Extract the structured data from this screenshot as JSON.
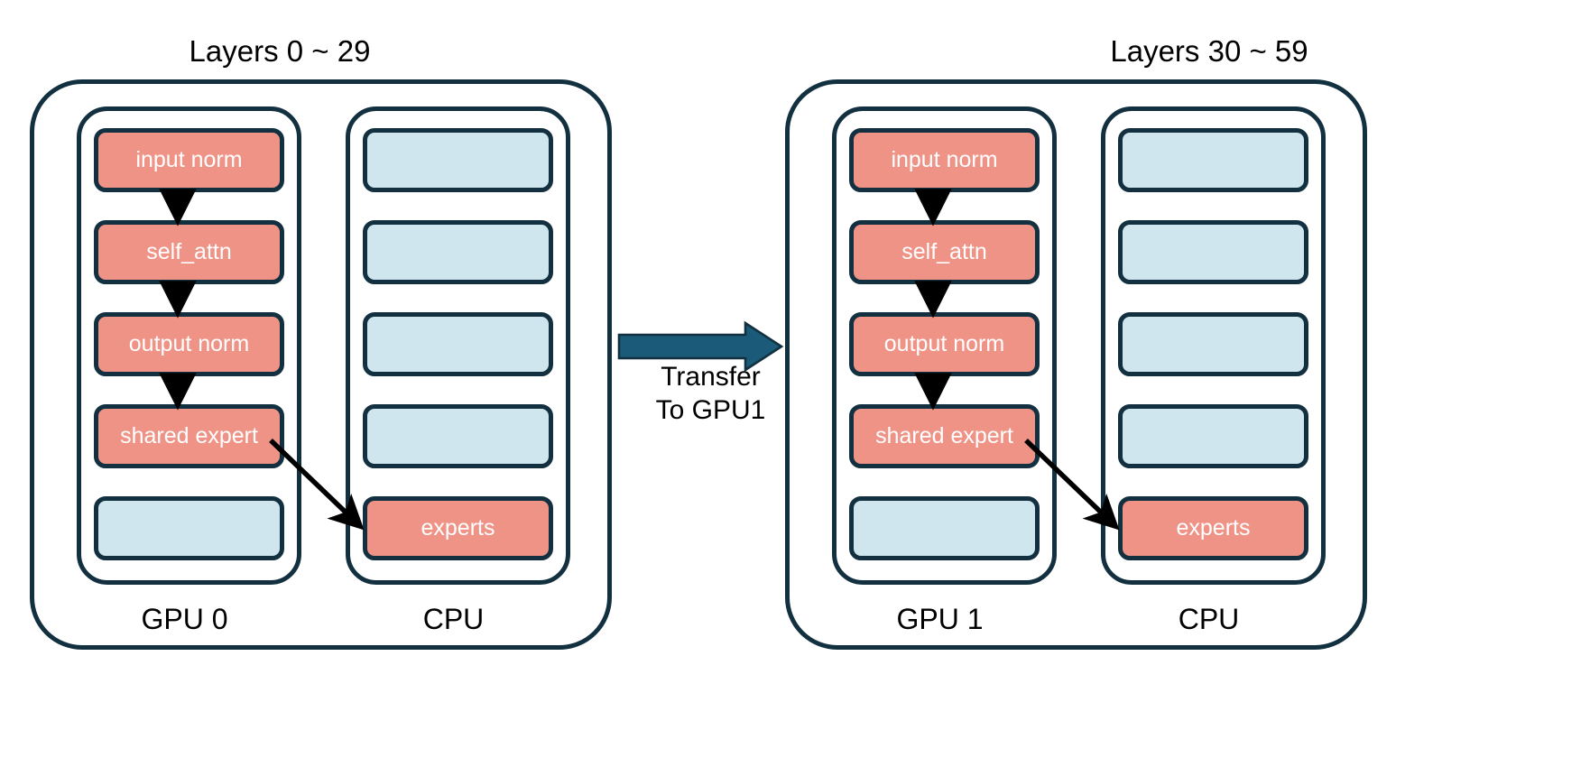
{
  "diagram": {
    "title_hidden": "MoE layer offloading across two GPUs with CPU expert storage",
    "colors": {
      "compute_block": "#ef9387",
      "idle_block": "#cfe6ee",
      "outline": "#12303f",
      "transfer_arrow": "#1b5a78",
      "flow_arrow": "#000000",
      "background": "#ffffff",
      "block_text": "#ffffff",
      "label_text": "#000000"
    },
    "groups": [
      {
        "id": "group-left",
        "title": "Layers 0 ~ 29",
        "devices": [
          {
            "id": "gpu-0",
            "label": "GPU 0",
            "kind": "gpu",
            "blocks": [
              {
                "label": "input norm",
                "state": "active"
              },
              {
                "label": "self_attn",
                "state": "active"
              },
              {
                "label": "output norm",
                "state": "active"
              },
              {
                "label": "shared expert",
                "state": "active"
              },
              {
                "label": "",
                "state": "idle"
              }
            ]
          },
          {
            "id": "cpu-0",
            "label": "CPU",
            "kind": "cpu",
            "blocks": [
              {
                "label": "",
                "state": "idle"
              },
              {
                "label": "",
                "state": "idle"
              },
              {
                "label": "",
                "state": "idle"
              },
              {
                "label": "",
                "state": "idle"
              },
              {
                "label": "experts",
                "state": "active"
              }
            ]
          }
        ],
        "flow": [
          "input norm",
          "self_attn",
          "output norm",
          "shared expert"
        ],
        "offload_edge": {
          "from": "shared expert",
          "to": "experts"
        }
      },
      {
        "id": "group-right",
        "title": "Layers 30 ~ 59",
        "devices": [
          {
            "id": "gpu-1",
            "label": "GPU 1",
            "kind": "gpu",
            "blocks": [
              {
                "label": "input norm",
                "state": "active"
              },
              {
                "label": "self_attn",
                "state": "active"
              },
              {
                "label": "output norm",
                "state": "active"
              },
              {
                "label": "shared expert",
                "state": "active"
              },
              {
                "label": "",
                "state": "idle"
              }
            ]
          },
          {
            "id": "cpu-1",
            "label": "CPU",
            "kind": "cpu",
            "blocks": [
              {
                "label": "",
                "state": "idle"
              },
              {
                "label": "",
                "state": "idle"
              },
              {
                "label": "",
                "state": "idle"
              },
              {
                "label": "",
                "state": "idle"
              },
              {
                "label": "experts",
                "state": "active"
              }
            ]
          }
        ],
        "flow": [
          "input norm",
          "self_attn",
          "output norm",
          "shared expert"
        ],
        "offload_edge": {
          "from": "shared expert",
          "to": "experts"
        }
      }
    ],
    "transfer": {
      "line1": "Transfer",
      "line2": "To GPU1",
      "from": "group-left",
      "to": "group-right"
    }
  }
}
